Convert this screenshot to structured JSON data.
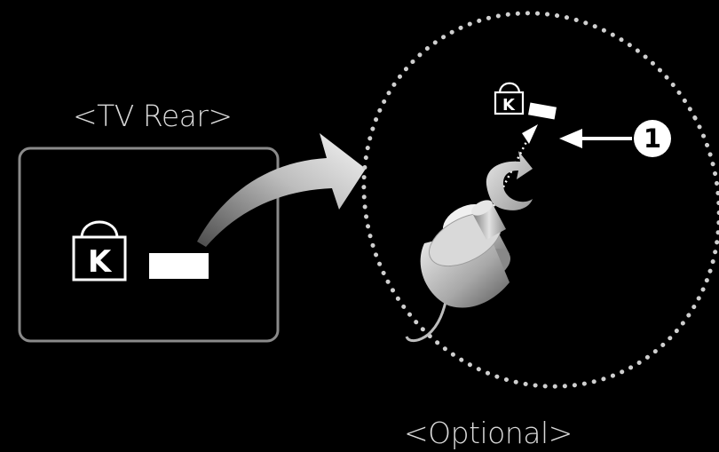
{
  "labels": {
    "tv_rear": "<TV Rear>",
    "optional": "<Optional>",
    "callout": "1"
  },
  "icons": {
    "lock": "kensington-lock-icon",
    "lock_letter": "K"
  },
  "colors": {
    "background": "#000000",
    "foreground": "#ffffff",
    "text": "#d8d8d8",
    "frame": "#8a8a8a"
  }
}
